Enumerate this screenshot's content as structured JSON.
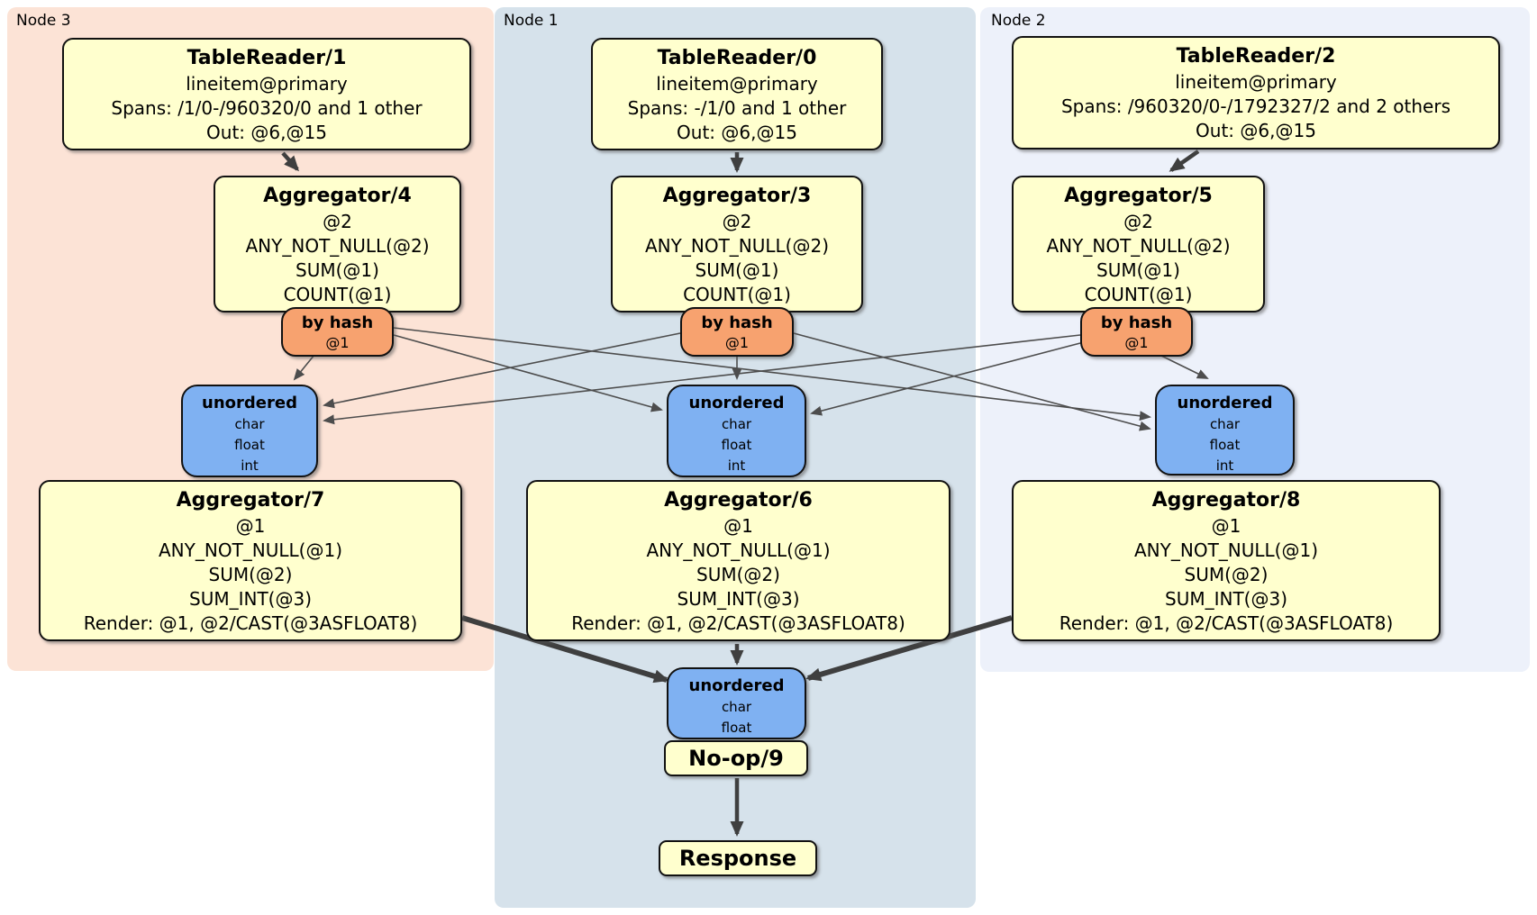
{
  "colors": {
    "node3_panel_bg": "#fce3d6",
    "node1_panel_bg": "#d6e2eb",
    "node2_panel_bg": "#edf1fa",
    "processor_fill": "#ffffce",
    "router_fill": "#f7a26f",
    "sync_fill": "#7fb1f2",
    "edge_thin": "#4d4d4d",
    "edge_thick": "#3f3f3f"
  },
  "nodes": [
    {
      "label": "Node 3",
      "table_reader": {
        "title": "TableReader/1",
        "lines": [
          "lineitem@primary",
          "Spans: /1/0-/960320/0 and 1 other",
          "Out: @6,@15"
        ]
      },
      "aggregator_top": {
        "title": "Aggregator/4",
        "lines": [
          "@2",
          "ANY_NOT_NULL(@2)",
          "SUM(@1)",
          "COUNT(@1)"
        ]
      },
      "router": {
        "title": "by hash",
        "lines": [
          "@1"
        ]
      },
      "sync": {
        "title": "unordered",
        "lines": [
          "char",
          "float",
          "int"
        ]
      },
      "aggregator_bottom": {
        "title": "Aggregator/7",
        "lines": [
          "@1",
          "ANY_NOT_NULL(@1)",
          "SUM(@2)",
          "SUM_INT(@3)",
          "Render: @1, @2/CAST(@3ASFLOAT8)"
        ]
      }
    },
    {
      "label": "Node 1",
      "table_reader": {
        "title": "TableReader/0",
        "lines": [
          "lineitem@primary",
          "Spans: -/1/0 and 1 other",
          "Out: @6,@15"
        ]
      },
      "aggregator_top": {
        "title": "Aggregator/3",
        "lines": [
          "@2",
          "ANY_NOT_NULL(@2)",
          "SUM(@1)",
          "COUNT(@1)"
        ]
      },
      "router": {
        "title": "by hash",
        "lines": [
          "@1"
        ]
      },
      "sync": {
        "title": "unordered",
        "lines": [
          "char",
          "float",
          "int"
        ]
      },
      "aggregator_bottom": {
        "title": "Aggregator/6",
        "lines": [
          "@1",
          "ANY_NOT_NULL(@1)",
          "SUM(@2)",
          "SUM_INT(@3)",
          "Render: @1, @2/CAST(@3ASFLOAT8)"
        ]
      }
    },
    {
      "label": "Node 2",
      "table_reader": {
        "title": "TableReader/2",
        "lines": [
          "lineitem@primary",
          "Spans: /960320/0-/1792327/2 and 2 others",
          "Out: @6,@15"
        ]
      },
      "aggregator_top": {
        "title": "Aggregator/5",
        "lines": [
          "@2",
          "ANY_NOT_NULL(@2)",
          "SUM(@1)",
          "COUNT(@1)"
        ]
      },
      "router": {
        "title": "by hash",
        "lines": [
          "@1"
        ]
      },
      "sync": {
        "title": "unordered",
        "lines": [
          "char",
          "float",
          "int"
        ]
      },
      "aggregator_bottom": {
        "title": "Aggregator/8",
        "lines": [
          "@1",
          "ANY_NOT_NULL(@1)",
          "SUM(@2)",
          "SUM_INT(@3)",
          "Render: @1, @2/CAST(@3ASFLOAT8)"
        ]
      }
    }
  ],
  "final": {
    "sync": {
      "title": "unordered",
      "lines": [
        "char",
        "float"
      ]
    },
    "noop": {
      "title": "No-op/9"
    },
    "response": {
      "title": "Response"
    }
  }
}
